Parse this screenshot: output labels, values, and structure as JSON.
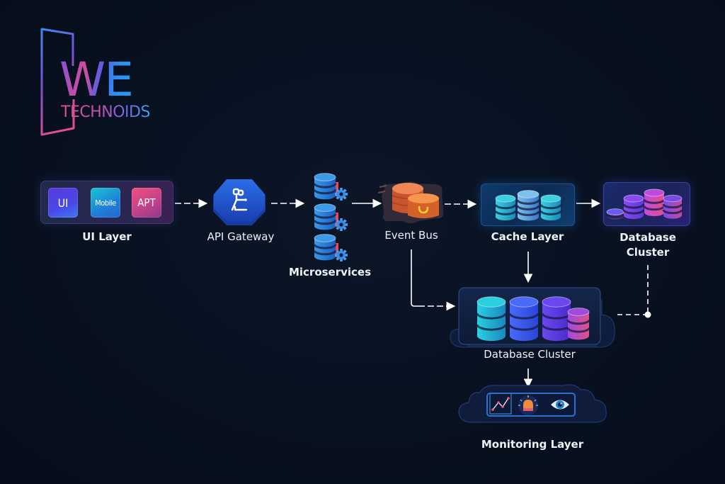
{
  "logo": {
    "brand_short": "WE",
    "brand_name": "TECHNOIDS",
    "gradient_colors": [
      "#8a4dd6",
      "#d04e9a",
      "#2e8ef0"
    ]
  },
  "nodes": {
    "ui_layer": {
      "label": "UI Layer",
      "tiles": [
        {
          "text": "UI",
          "icon": "ui-tile"
        },
        {
          "text": "Mobile",
          "icon": "mobile-tile"
        },
        {
          "text": "APT",
          "icon": "api-tile"
        }
      ]
    },
    "api_gateway": {
      "label": "API Gateway",
      "icon": "gateway-hexagon-icon"
    },
    "microservices": {
      "label": "Microservices",
      "instances": 3,
      "icon": "database-gear-icon"
    },
    "event_bus": {
      "label": "Event Bus",
      "icon": "event-bus-cylinders-icon"
    },
    "cache_layer": {
      "label": "Cache Layer",
      "icon": "cache-cylinders-icon"
    },
    "database_cluster_top": {
      "label_line1": "Database",
      "label_line2": "Cluster",
      "icon": "database-stacks-icon"
    },
    "database_cluster_main": {
      "label": "Database Cluster",
      "icon": "database-cylinders-cloud-icon"
    },
    "monitoring_layer": {
      "label": "Monitoring Layer",
      "icons": [
        "line-chart-icon",
        "alarm-bell-icon",
        "eye-icon"
      ]
    }
  },
  "edges": [
    {
      "from": "UI Layer",
      "to": "API Gateway",
      "style": "dashed"
    },
    {
      "from": "API Gateway",
      "to": "Microservices",
      "style": "dashed"
    },
    {
      "from": "Microservices",
      "to": "Event Bus",
      "style": "solid"
    },
    {
      "from": "Event Bus",
      "to": "Cache Layer",
      "style": "dashed"
    },
    {
      "from": "Cache Layer",
      "to": "Database Cluster (top)",
      "style": "solid"
    },
    {
      "from": "Cache Layer",
      "to": "Database Cluster",
      "style": "solid"
    },
    {
      "from": "Event Bus",
      "to": "Database Cluster",
      "style": "solid-then-dashed"
    },
    {
      "from": "Database Cluster (top)",
      "to": "Database Cluster",
      "style": "dashed-dot"
    },
    {
      "from": "Database Cluster",
      "to": "Monitoring Layer",
      "style": "solid"
    }
  ],
  "colors": {
    "background": "#081120",
    "label_text": "#eef2f8",
    "arrow": "#ffffff",
    "cyan": "#1fc3d8",
    "blue": "#3a5cf0",
    "purple": "#7a3fe0",
    "pink": "#e0508a",
    "orange": "#e06a3a"
  }
}
